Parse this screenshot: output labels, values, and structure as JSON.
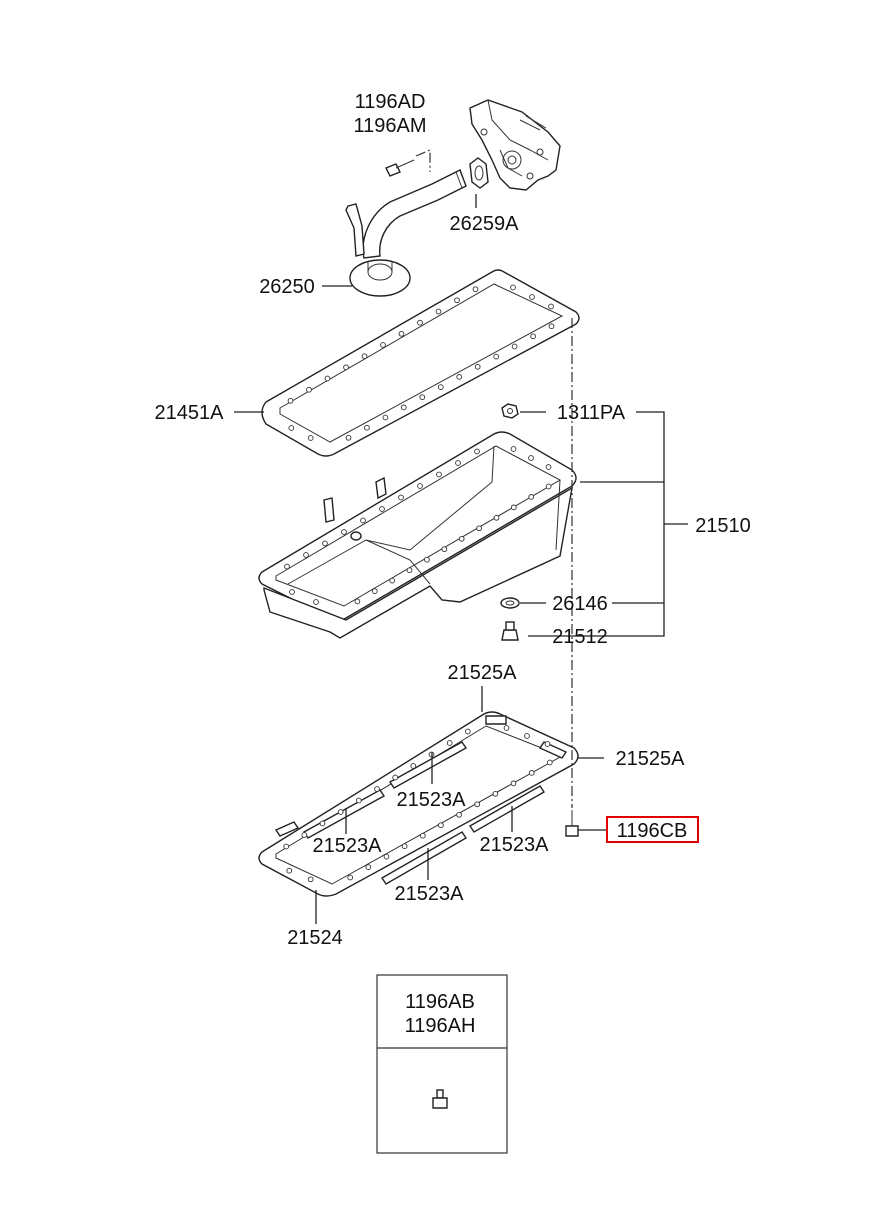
{
  "labels": {
    "bolt_ad": "1196AD",
    "bolt_am": "1196AM",
    "gasket_26259a": "26259A",
    "strainer": "26250",
    "gasket_21451a": "21451A",
    "nut_1311pa": "1311PA",
    "oil_pan_assy": "21510",
    "washer_26146": "26146",
    "plug_21512": "21512",
    "seal_top": "21525A",
    "seal_right": "21525A",
    "baffle_upper": "21523A",
    "baffle_left": "21523A",
    "baffle_right": "21523A",
    "baffle_lower": "21523A",
    "baffle_plate": "21524",
    "bolt_cb": "1196CB",
    "inset_ab": "1196AB",
    "inset_ah": "1196AH"
  },
  "colors": {
    "line": "#222222",
    "highlight": "#e00000"
  },
  "highlighted_part": "1196CB",
  "icons": {
    "bolt": "bolt-icon",
    "nut": "nut-icon",
    "washer": "washer-icon"
  }
}
